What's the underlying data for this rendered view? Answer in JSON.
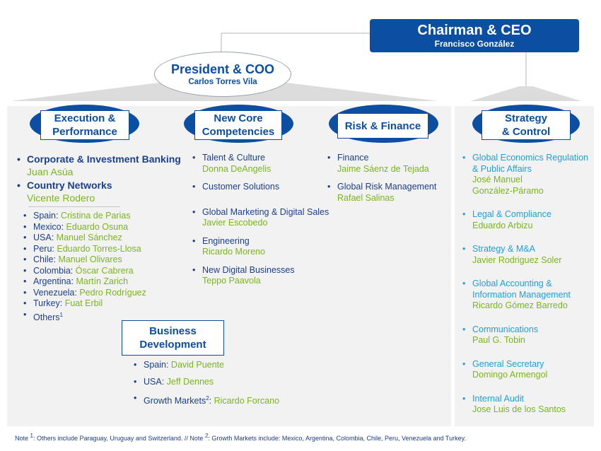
{
  "ceo": {
    "title": "Chairman & CEO",
    "name": "Francisco González"
  },
  "president": {
    "title": "President & COO",
    "name": "Carlos Torres Vila"
  },
  "heads": {
    "execution": [
      "Execution &",
      "Performance"
    ],
    "core": [
      "New Core",
      "Competencies"
    ],
    "risk": [
      "Risk & Finance"
    ],
    "strategy": [
      "Strategy",
      "& Control"
    ],
    "business": [
      "Business",
      "Development"
    ]
  },
  "execution": {
    "main": [
      {
        "label": "Corporate & Investment Banking",
        "name": "Juan Asúa"
      },
      {
        "label": "Country Networks",
        "name": "Vicente Rodero"
      }
    ],
    "countries": [
      {
        "label": "Spain: ",
        "name": "Cristina de Parias"
      },
      {
        "label": "Mexico: ",
        "name": "Eduardo Osuna"
      },
      {
        "label": "USA: ",
        "name": "Manuel Sánchez"
      },
      {
        "label": "Peru: ",
        "name": "Eduardo Torres-Llosa"
      },
      {
        "label": "Chile: ",
        "name": "Manuel Olivares"
      },
      {
        "label": "Colombia: ",
        "name": "Óscar Cabrera"
      },
      {
        "label": "Argentina: ",
        "name": "Martín Zarich"
      },
      {
        "label": "Venezuela: ",
        "name": "Pedro Rodríguez"
      },
      {
        "label": "Turkey: ",
        "name": "Fuat Erbil"
      }
    ],
    "others": {
      "label": "Others",
      "sup": "1"
    }
  },
  "core": [
    {
      "label": "Talent & Culture",
      "name": "Donna DeAngelis"
    },
    {
      "label": "Customer Solutions",
      "name": ""
    },
    {
      "label": "Global Marketing & Digital Sales",
      "name": "Javier Escobedo"
    },
    {
      "label": "Engineering",
      "name": "Ricardo Moreno"
    },
    {
      "label": "New Digital Businesses",
      "name": "Teppo Paavola"
    }
  ],
  "risk": [
    {
      "label": "Finance",
      "name": "Jaime Sáenz de Tejada"
    },
    {
      "label": "Global Risk Management",
      "name": "Rafael Salinas"
    }
  ],
  "business": {
    "items": [
      {
        "label": "Spain: ",
        "name": "David Puente"
      },
      {
        "label": "USA: ",
        "name": "Jeff Dennes"
      }
    ],
    "growth": {
      "label": "Growth Markets",
      "sup": "2",
      "sep": ": ",
      "name": "Ricardo Forcano"
    }
  },
  "strategy": [
    {
      "label1": "Global Economics Regulation",
      "label2": "& Public Affairs",
      "name1": "José Manuel",
      "name2": "González-Páramo"
    },
    {
      "label1": "Legal & Compliance",
      "label2": "",
      "name1": "Eduardo Arbizu",
      "name2": ""
    },
    {
      "label1": "Strategy & M&A",
      "label2": "",
      "name1": "Javier Rodriguez Soler",
      "name2": ""
    },
    {
      "label1": "Global Accounting &",
      "label2": "Information Management",
      "name1": "Ricardo Gómez Barredo",
      "name2": ""
    },
    {
      "label1": "Communications",
      "label2": "",
      "name1": "Paul G. Tobin",
      "name2": ""
    },
    {
      "label1": "General Secretary",
      "label2": "",
      "name1": "Domingo Armengol",
      "name2": ""
    },
    {
      "label1": "Internal Audit",
      "label2": "",
      "name1": "Jose Luis de los Santos",
      "name2": ""
    }
  ],
  "note": {
    "a": "Note ",
    "sup1": "1",
    "b": ": Others include Paraguay, Uruguay and Switzerland. // Note ",
    "sup2": "2",
    "c": ": Growth Markets include: Mexico, Argentina, Colombia, Chile, Peru, Venezuela and Turkey."
  },
  "colors": {
    "brand": "#0b4ea2",
    "name_green": "#7ab51d",
    "strategy_blue": "#1ea0dc",
    "panel": "#f2f2f2"
  }
}
